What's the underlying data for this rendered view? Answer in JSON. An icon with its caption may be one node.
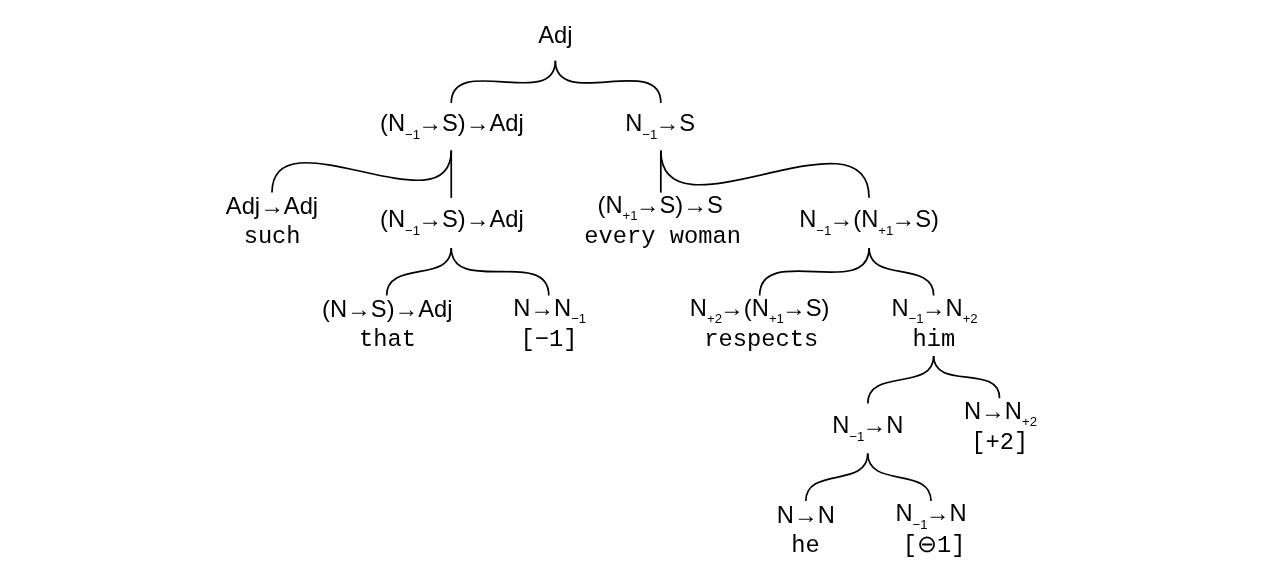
{
  "diagram": {
    "nodes": [
      {
        "text": [
          "Adj"
        ]
      },
      {
        "text": [
          "(N$_{−1}$→S)→Adj"
        ]
      },
      {
        "text": [
          "N$_{−1}$→S"
        ]
      },
      {
        "text": [
          "Adj→Adj",
          "such"
        ]
      },
      {
        "text": [
          "(N$_{−1}$→S)→Adj"
        ]
      },
      {
        "text": [
          "(N$_{+1}$→S)→S",
          "every woman"
        ]
      },
      {
        "text": [
          "N$_{−1}$→(N$_{+1}$→S)"
        ]
      },
      {
        "text": [
          "(N→S)→Adj",
          "that"
        ]
      },
      {
        "text": [
          "N→N$_{−1}$",
          "[−1]"
        ]
      },
      {
        "text": [
          "N$_{+2}$→(N$_{+1}$→S)",
          "respects"
        ]
      },
      {
        "text": [
          "N$_{−1}$→N$_{+2}$",
          "him"
        ]
      },
      {
        "text": [
          "N$_{−1}$→N"
        ]
      },
      {
        "text": [
          "N→N$_{+2}$",
          "[+2]"
        ]
      },
      {
        "text": [
          "N→N",
          "he"
        ]
      },
      {
        "text": [
          "N$_{−1}$→N",
          "[⊖1]"
        ]
      }
    ],
    "edges": [
      {
        "from": 0,
        "to": 1,
        "arrow": "none"
      },
      {
        "from": 0,
        "to": 2,
        "arrow": "none"
      },
      {
        "from": 1,
        "to": 3,
        "arrow": "none"
      },
      {
        "from": 1,
        "to": 4,
        "arrow": "none"
      },
      {
        "from": 2,
        "to": 5,
        "arrow": "none"
      },
      {
        "from": 2,
        "to": 6,
        "arrow": "none"
      },
      {
        "from": 4,
        "to": 7,
        "arrow": "none"
      },
      {
        "from": 4,
        "to": 8,
        "arrow": "none"
      },
      {
        "from": 6,
        "to": 9,
        "arrow": "none"
      },
      {
        "from": 6,
        "to": 10,
        "arrow": "none"
      },
      {
        "from": 10,
        "to": 11,
        "arrow": "none"
      },
      {
        "from": 10,
        "to": 12,
        "arrow": "none"
      },
      {
        "from": 11,
        "to": 13,
        "arrow": "none"
      },
      {
        "from": 11,
        "to": 14,
        "arrow": "none"
      }
    ]
  }
}
